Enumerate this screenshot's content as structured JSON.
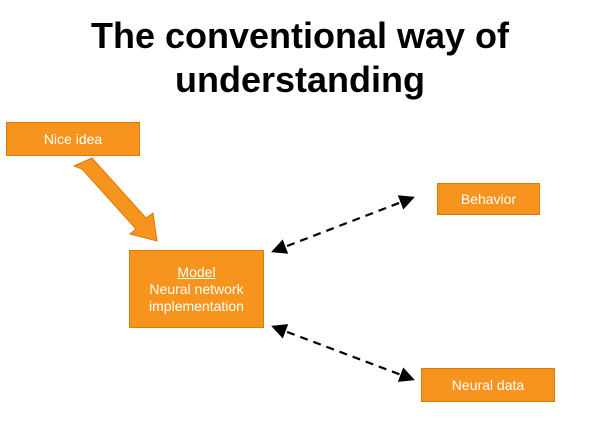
{
  "title": {
    "line1": "The conventional way of",
    "line2": "understanding"
  },
  "boxes": {
    "idea": "Nice idea",
    "behavior": "Behavior",
    "model_title": "Model",
    "model_line2": "Neural network",
    "model_line3": "implementation",
    "neural_data": "Neural data"
  },
  "colors": {
    "box_fill": "#F7941D",
    "box_text": "#ffffff",
    "arrow": "#F7941D",
    "dashed": "#000000"
  }
}
